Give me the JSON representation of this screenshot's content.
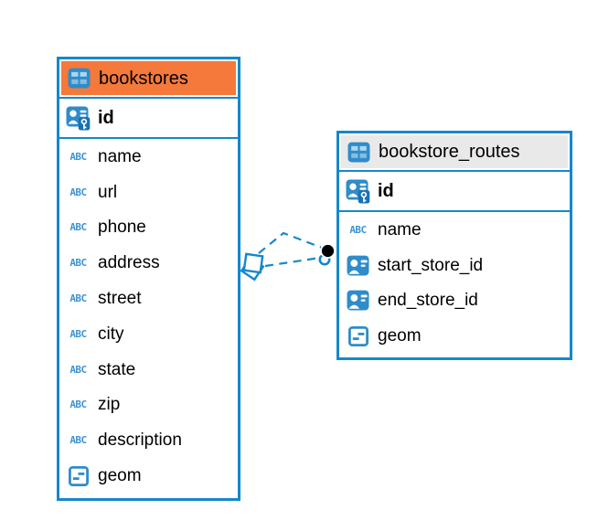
{
  "page": {
    "background": "#ffffff"
  },
  "colors": {
    "table_border": "#1488cb",
    "bookstores_header": "#f4793b",
    "routes_header": "#e9e9e9",
    "icon_blue": "#2f8cc9",
    "relationship_line": "#1488cb"
  },
  "icons": {
    "text_type_label": "ABC",
    "table": "table-grid-icon",
    "primary_key": "person-key-icon",
    "foreign_ref": "person-card-icon",
    "geometry": "geometry-note-icon"
  },
  "bookstores": {
    "title": "bookstores",
    "primary_key": "id",
    "columns": [
      "name",
      "url",
      "phone",
      "address",
      "street",
      "city",
      "state",
      "zip",
      "description",
      "geom"
    ]
  },
  "bookstore_routes": {
    "title": "bookstore_routes",
    "primary_key": "id",
    "columns": [
      "name",
      "start_store_id",
      "end_store_id",
      "geom"
    ]
  },
  "relationship": {
    "from": "bookstores",
    "to": "bookstore_routes",
    "style": "dashed",
    "line_count": 2
  }
}
